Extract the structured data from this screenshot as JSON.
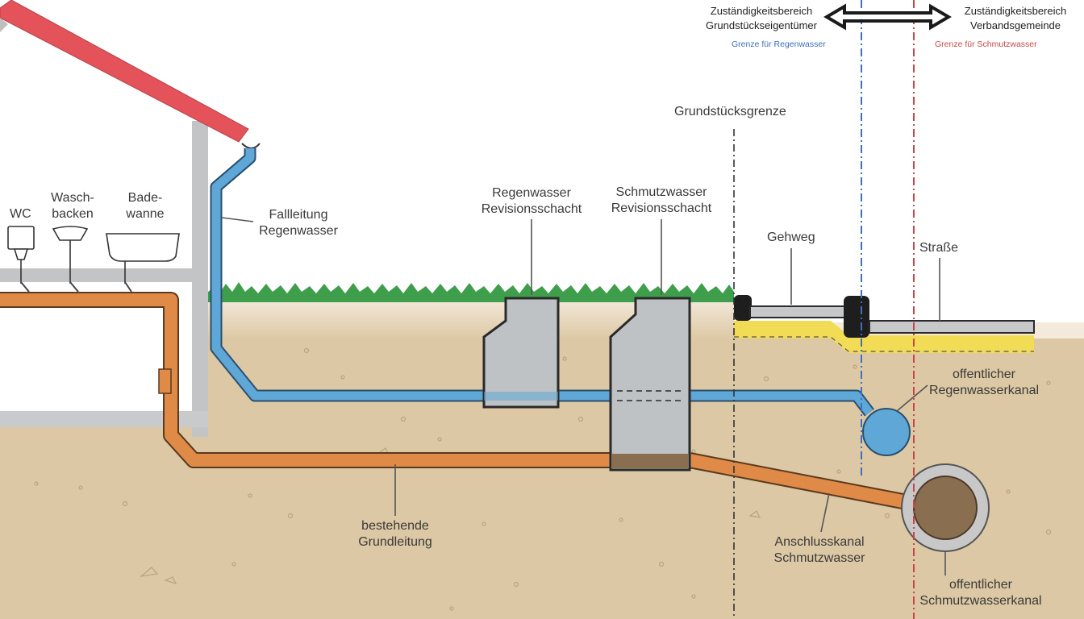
{
  "labels": {
    "wc": "WC",
    "waschbecken_1": "Wasch-",
    "waschbecken_2": "backen",
    "badewanne_1": "Bade-",
    "badewanne_2": "wanne",
    "fallleitung_1": "Fallleitung",
    "fallleitung_2": "Regenwasser",
    "rw_schacht_1": "Regenwasser",
    "rw_schacht_2": "Revisionsschacht",
    "sw_schacht_1": "Schmutzwasser",
    "sw_schacht_2": "Revisionsschacht",
    "grundstuecksgrenze": "Grundstücksgrenze",
    "gehweg": "Gehweg",
    "strasse": "Straße",
    "eigentuemer_1": "Zuständigkeitsbereich",
    "eigentuemer_2": "Grundstückseigentümer",
    "verband_1": "Zuständigkeitsbereich",
    "verband_2": "Verbandsgemeinde",
    "grenze_regen": "Grenze für Regenwasser",
    "grenze_schmutz": "Grenze für Schmutzwasser",
    "rw_kanal_1": "offentlicher",
    "rw_kanal_2": "Regenwasserkanal",
    "sw_kanal_1": "offentlicher",
    "sw_kanal_2": "Schmutzwasserkanal",
    "grundleitung_1": "bestehende",
    "grundleitung_2": "Grundleitung",
    "anschluss_1": "Anschlusskanal",
    "anschluss_2": "Schmutzwasser"
  },
  "colors": {
    "soil": "#dcc8a4",
    "grass": "#3f9e4c",
    "rain_pipe": "#5ea7d6",
    "waste_pipe": "#e08a48",
    "roof": "#e4525a",
    "shaft": "#bfc2c4",
    "boundary_rain": "#3f6fc0",
    "boundary_waste": "#c84848",
    "curb_yellow": "#f2dc55"
  },
  "icons": {
    "arrow": "double-arrow-icon",
    "wc": "toilet-icon",
    "sink": "sink-icon",
    "tub": "bathtub-icon"
  }
}
